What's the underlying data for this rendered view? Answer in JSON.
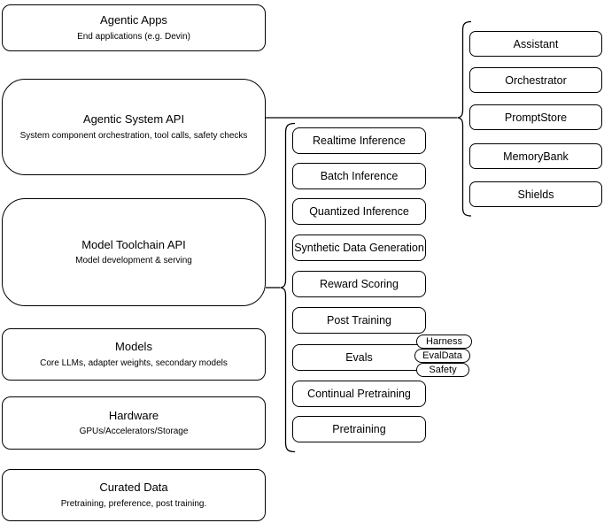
{
  "left_stack": [
    {
      "title": "Agentic Apps",
      "subtitle": "End applications (e.g. Devin)"
    },
    {
      "title": "Agentic System API",
      "subtitle": "System component orchestration, tool calls, safety checks"
    },
    {
      "title": "Model Toolchain API",
      "subtitle": "Model development & serving"
    },
    {
      "title": "Models",
      "subtitle": "Core LLMs, adapter weights, secondary models"
    },
    {
      "title": "Hardware",
      "subtitle": "GPUs/Accelerators/Storage"
    },
    {
      "title": "Curated Data",
      "subtitle": "Pretraining, preference, post training."
    }
  ],
  "toolchain_items": [
    "Realtime Inference",
    "Batch Inference",
    "Quantized Inference",
    "Synthetic Data Generation",
    "Reward Scoring",
    "Post Training",
    "Evals",
    "Continual Pretraining",
    "Pretraining"
  ],
  "evals_tags": [
    "Harness",
    "EvalData",
    "Safety"
  ],
  "system_items": [
    "Assistant",
    "Orchestrator",
    "PromptStore",
    "MemoryBank",
    "Shields"
  ],
  "colors": {
    "border": "#000000",
    "background": "#ffffff",
    "text": "#000000"
  }
}
